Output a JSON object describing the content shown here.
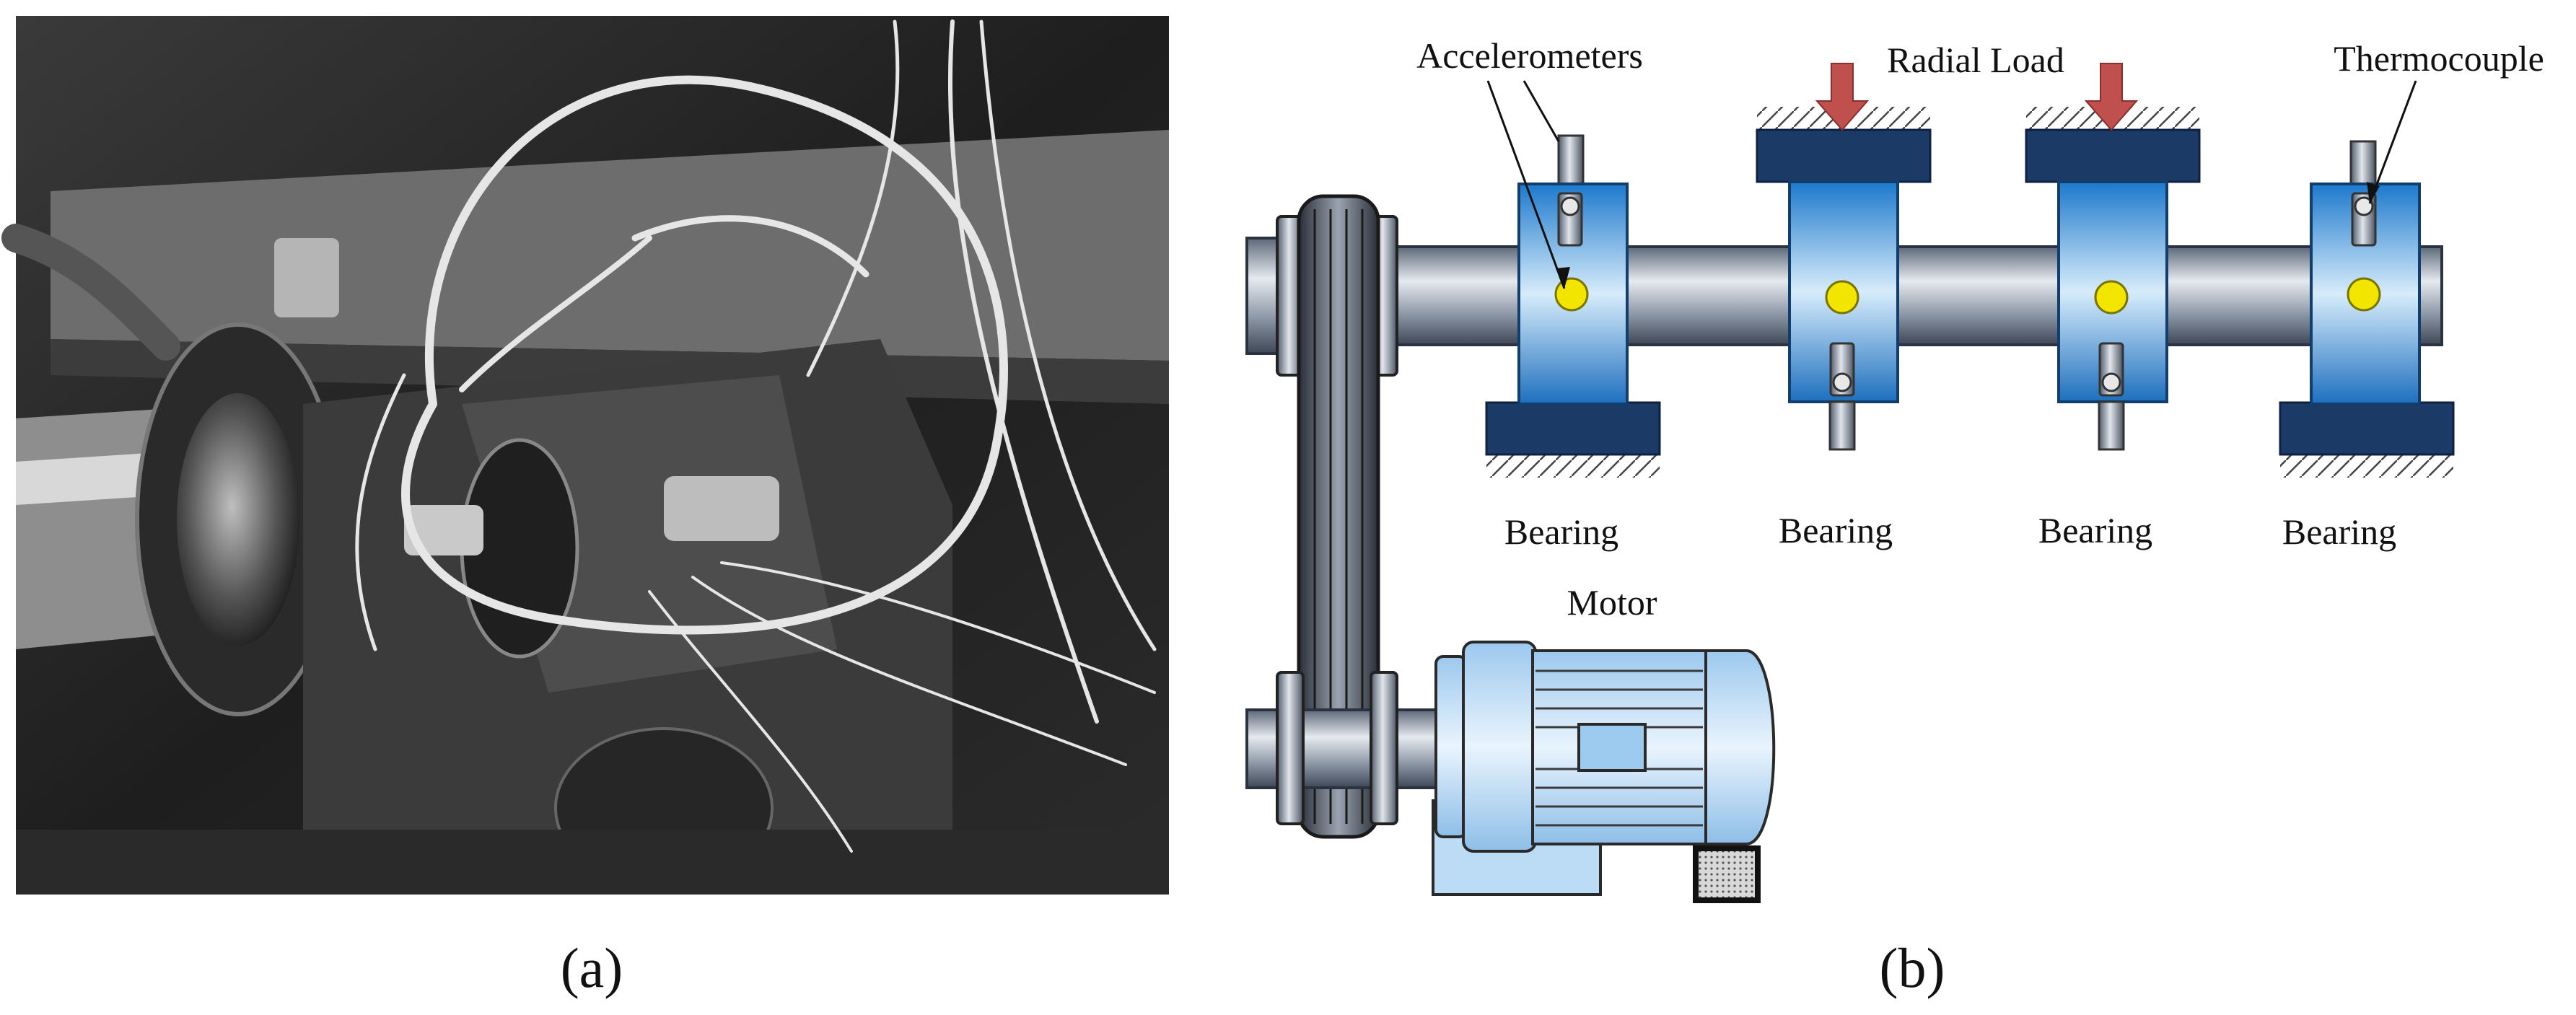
{
  "panels": {
    "a": {
      "caption": "(a)"
    },
    "b": {
      "caption": "(b)",
      "labels": {
        "accelerometers": "Accelerometers",
        "radial_load": "Radial Load",
        "thermocouple": "Thermocouple",
        "motor": "Motor"
      },
      "bearings": [
        "Bearing",
        "Bearing",
        "Bearing",
        "Bearing"
      ]
    }
  },
  "colors": {
    "bearing_blue": "#1e7fd0",
    "base_navy": "#1c3a66",
    "load_arrow": "#c0504d",
    "sensor_yellow": "#f2e600",
    "motor_light_blue": "#bcdcf5"
  }
}
